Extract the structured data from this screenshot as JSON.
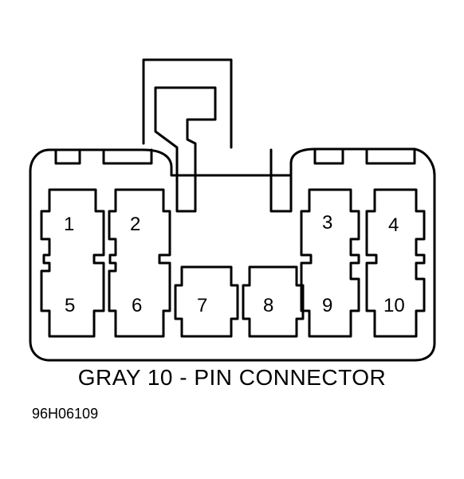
{
  "diagram": {
    "title": "GRAY 10 - PIN CONNECTOR",
    "figure_id": "96H06109",
    "pins": [
      {
        "id": "pin-1",
        "label": "1"
      },
      {
        "id": "pin-2",
        "label": "2"
      },
      {
        "id": "pin-3",
        "label": "3"
      },
      {
        "id": "pin-4",
        "label": "4"
      },
      {
        "id": "pin-5",
        "label": "5"
      },
      {
        "id": "pin-6",
        "label": "6"
      },
      {
        "id": "pin-7",
        "label": "7"
      },
      {
        "id": "pin-8",
        "label": "8"
      },
      {
        "id": "pin-9",
        "label": "9"
      },
      {
        "id": "pin-10",
        "label": "10"
      }
    ]
  }
}
